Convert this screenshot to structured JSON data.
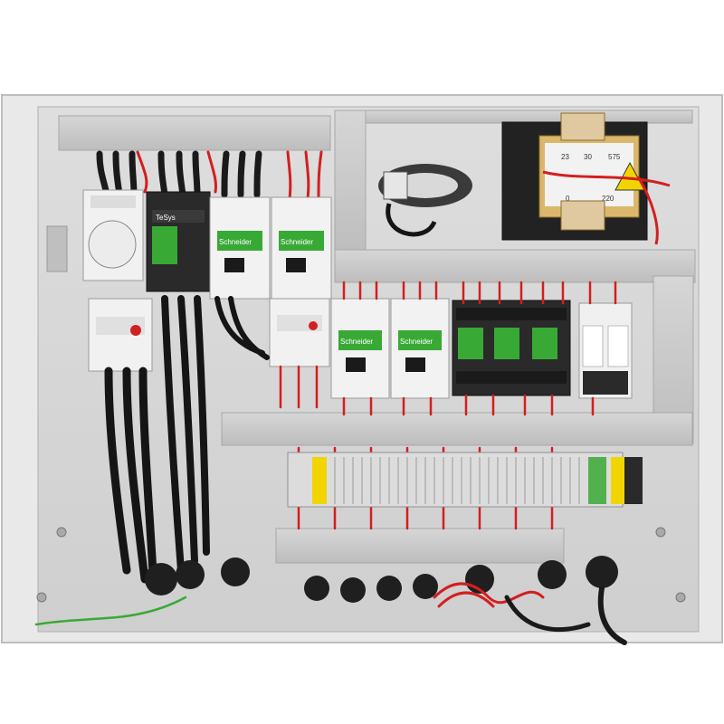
{
  "photo": {
    "subject": "electrical-control-panel",
    "labels": {
      "contactor_brand": "Schneider",
      "relay_brand": "TeSys",
      "transformer_primary_values": [
        "23",
        "30",
        "575"
      ],
      "transformer_secondary_values": [
        "0",
        "220"
      ]
    },
    "colors": {
      "enclosure": "#e8e8e8",
      "backplate": "#d4d4d4",
      "duct": "#c9c9c9",
      "device_white": "#f2f2f2",
      "accent_green": "#39a935",
      "wire_red": "#d21f1f",
      "wire_black": "#1a1a1a",
      "terminal_yellow": "#f2d500",
      "transformer_black": "#222222"
    }
  }
}
